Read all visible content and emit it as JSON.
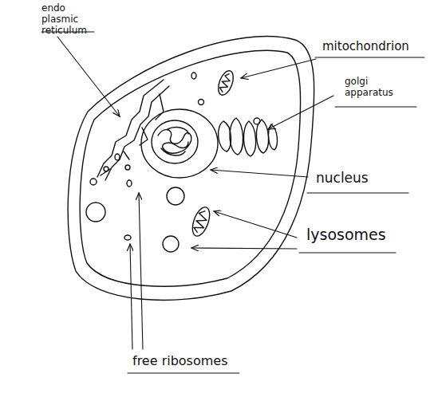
{
  "diagram": {
    "labels": [
      "endo plasmic reticulum",
      "mitochondrion",
      "golgi apparatus",
      "nucleus",
      "lysosomes",
      "free ribosomes"
    ]
  }
}
